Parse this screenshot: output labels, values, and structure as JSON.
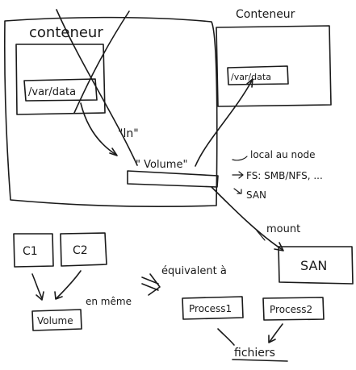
{
  "diagram": {
    "container_left_label": "conteneur",
    "container_right_label": "Conteneur",
    "path_left": "/var/data",
    "path_right": "/var/data",
    "ln_label": "\"ln\"",
    "volume_label": "\" Volume\"",
    "options": [
      "local au node",
      "FS: SMB/NFS, ...",
      "SAN"
    ],
    "mount_label": "mount",
    "san_box": "SAN",
    "c1": "C1",
    "c2": "C2",
    "en_meme": "en même",
    "volume_box": "Volume",
    "equivalent_label": "équivalent à",
    "process1": "Process1",
    "process2": "Process2",
    "fichiers": "fichiers"
  }
}
